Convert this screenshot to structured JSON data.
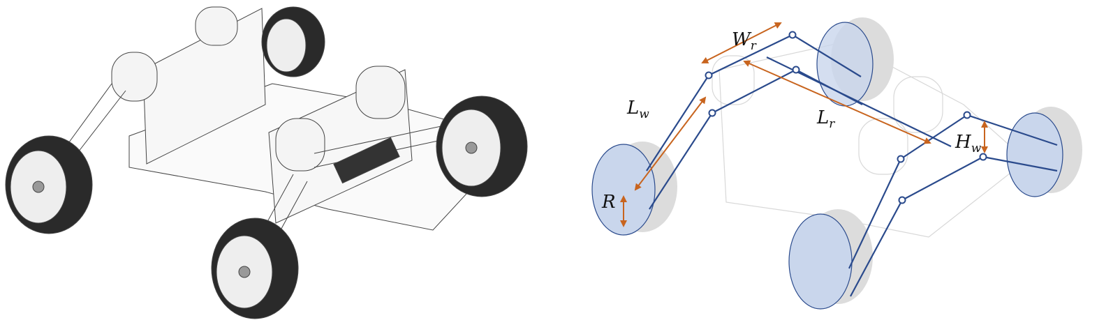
{
  "figure": {
    "left_panel": "rover-cad-model",
    "right_panel": "kinematic-schematic",
    "labels": {
      "Wr": {
        "main": "W",
        "sub": "r"
      },
      "Lw": {
        "main": "L",
        "sub": "w"
      },
      "Lr": {
        "main": "L",
        "sub": "r"
      },
      "Hw": {
        "main": "H",
        "sub": "w"
      },
      "R": {
        "main": "R"
      }
    },
    "colors": {
      "link": "#2a4a8c",
      "dimension_arrow": "#c8641e",
      "wheel_fill": "#c9d6ec",
      "ghost": "#d8d8d8",
      "tire": "#2a2a2a"
    }
  }
}
